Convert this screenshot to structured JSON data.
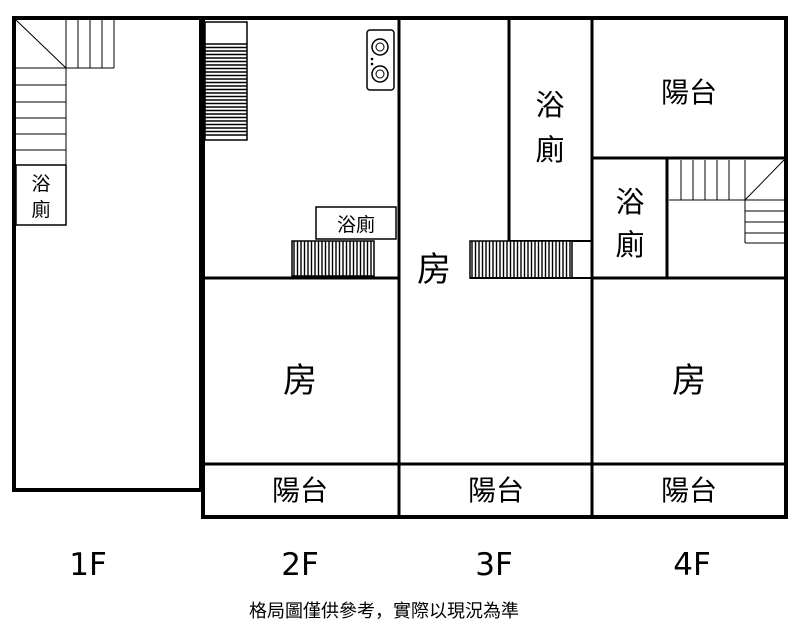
{
  "floors": {
    "f1": {
      "label": "1F",
      "bath": [
        "浴",
        "廁"
      ]
    },
    "f2": {
      "label": "2F",
      "bath": "浴廁",
      "room": "房",
      "balcony": "陽台"
    },
    "f3": {
      "label": "3F",
      "bath": [
        "浴",
        "廁"
      ],
      "room": "房",
      "balcony": "陽台"
    },
    "f4": {
      "label": "4F",
      "balcony_top": "陽台",
      "bath": [
        "浴",
        "廁"
      ],
      "room": "房",
      "balcony": "陽台"
    }
  },
  "footer_note": "格局圖僅供參考，實際以現況為準"
}
